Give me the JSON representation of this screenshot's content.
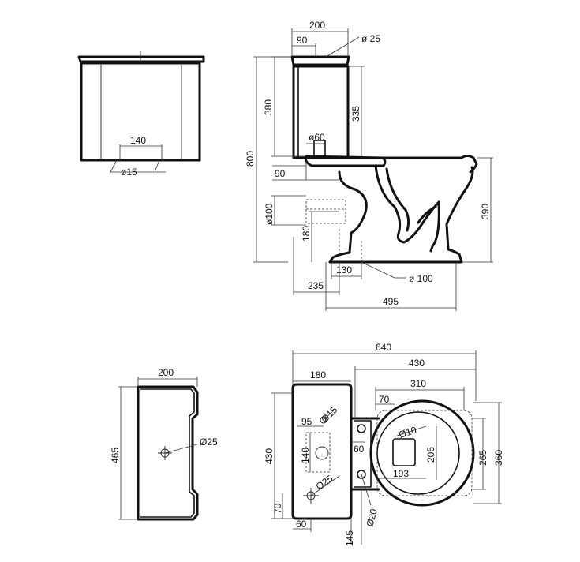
{
  "dimensions": {
    "side": {
      "cistern_width": "200",
      "offset_top": "90",
      "dia_25": "ø 25",
      "cistern_height": "380",
      "cistern_inner": "335",
      "dia_60": "ø60",
      "overall_height": "800",
      "offset_90": "90",
      "dia_100_left": "ø100",
      "height_180": "180",
      "pan_height": "390",
      "width_130": "130",
      "dia_100_right": "ø 100",
      "width_235": "235",
      "width_495": "495"
    },
    "cistern_front": {
      "spacing_140": "140",
      "dia_15": "ø15"
    },
    "cistern_plan": {
      "width_200": "200",
      "depth_465": "465",
      "dia_25": "Ø25"
    },
    "plan": {
      "overall_640": "640",
      "width_430": "430",
      "width_310": "310",
      "cistern_180": "180",
      "offset_70": "70",
      "hole_95": "95",
      "dia_15": "Ø15",
      "dia_10": "Ø10",
      "height_430": "430",
      "spacing_140": "140",
      "offset_60": "60",
      "height_205": "205",
      "height_265": "265",
      "height_360": "360",
      "dia_25": "Ø25",
      "width_193": "193",
      "offset_70_bottom": "70",
      "offset_60_bottom": "60",
      "width_145": "145",
      "dia_20": "Ø20"
    }
  }
}
